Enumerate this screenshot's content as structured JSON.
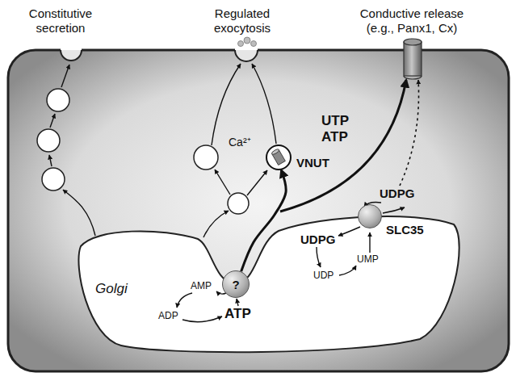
{
  "diagram": {
    "nodes": [
      {
        "text": [
          "VNUT"
        ]
      },
      {
        "text": [
          "Golgi"
        ]
      },
      {
        "text": [
          "?"
        ]
      },
      {
        "text": [
          "SLC35"
        ]
      }
    ],
    "edges": [
      {
        "from": 2,
        "to": 0,
        "arrow": "to"
      }
    ],
    "labels": [
      "Constitutive secretion",
      "Regulated exocytosis",
      "Conductive release (e.g., Panx1, Cx)",
      "Ca²⁺",
      "UTP",
      "ATP",
      "UDPG",
      "AMP",
      "ADP",
      "ATP",
      "UDPG",
      "UDP",
      "UMP"
    ]
  }
}
